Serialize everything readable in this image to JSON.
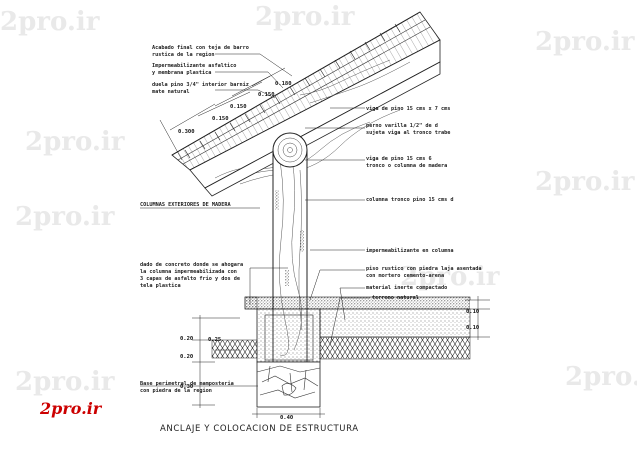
{
  "watermark": {
    "text": "2pro.ir"
  },
  "logo": {
    "text": "2pro.ir",
    "color": "#cc0000"
  },
  "title": "ANCLAJE Y COLOCACION DE ESTRUCTURA",
  "labels": {
    "acabado": "Acabado final con teja de barro",
    "acabado2": "rustica de la region",
    "imperm": "Impermeabilizante asfaltico",
    "imperm2": "y membrana plastica",
    "duela": "duela pino 3/4\" interior barniz",
    "duela2": "mate natural",
    "viga_pino": "viga de pino 15 cms x 7 cms",
    "perno": "perno varilla 1/2\" de d",
    "perno2": "sujeta viga al tronco trabe",
    "viga_pino2": "viga de pino 15 cms 6",
    "viga_pino2b": "tronco o columna de madera",
    "columnas_ext": "COLUMNAS EXTERIORES DE MADERA",
    "columna_tronco": "columna tronco pino 15 cms d",
    "dado": "dado de concreto donde se ahogara",
    "dado2": "la columna impermeabilizada con",
    "dado3": "3 capas de asfalto frio y dos de",
    "dado4": "tela plastica",
    "imperm_columna": "impermeabilizante en columna",
    "piso": "piso rustico con piedra laja asentada",
    "piso2": "con mortero cemento-arena",
    "material": "material inerte compactado",
    "terreno": "terreno natural",
    "base": "Base perimetral de mamposteria",
    "base2": "con piedra de la region"
  },
  "dims": {
    "d1": "0.180",
    "d2": "0.150",
    "d3": "0.150",
    "d4": "0.150",
    "d5": "0.300",
    "r1": "0.10",
    "r2": "0.10",
    "l1": "0.20",
    "l2": "0.25",
    "l3": "0.20",
    "l4": "0.30",
    "bottom": "0.40"
  }
}
